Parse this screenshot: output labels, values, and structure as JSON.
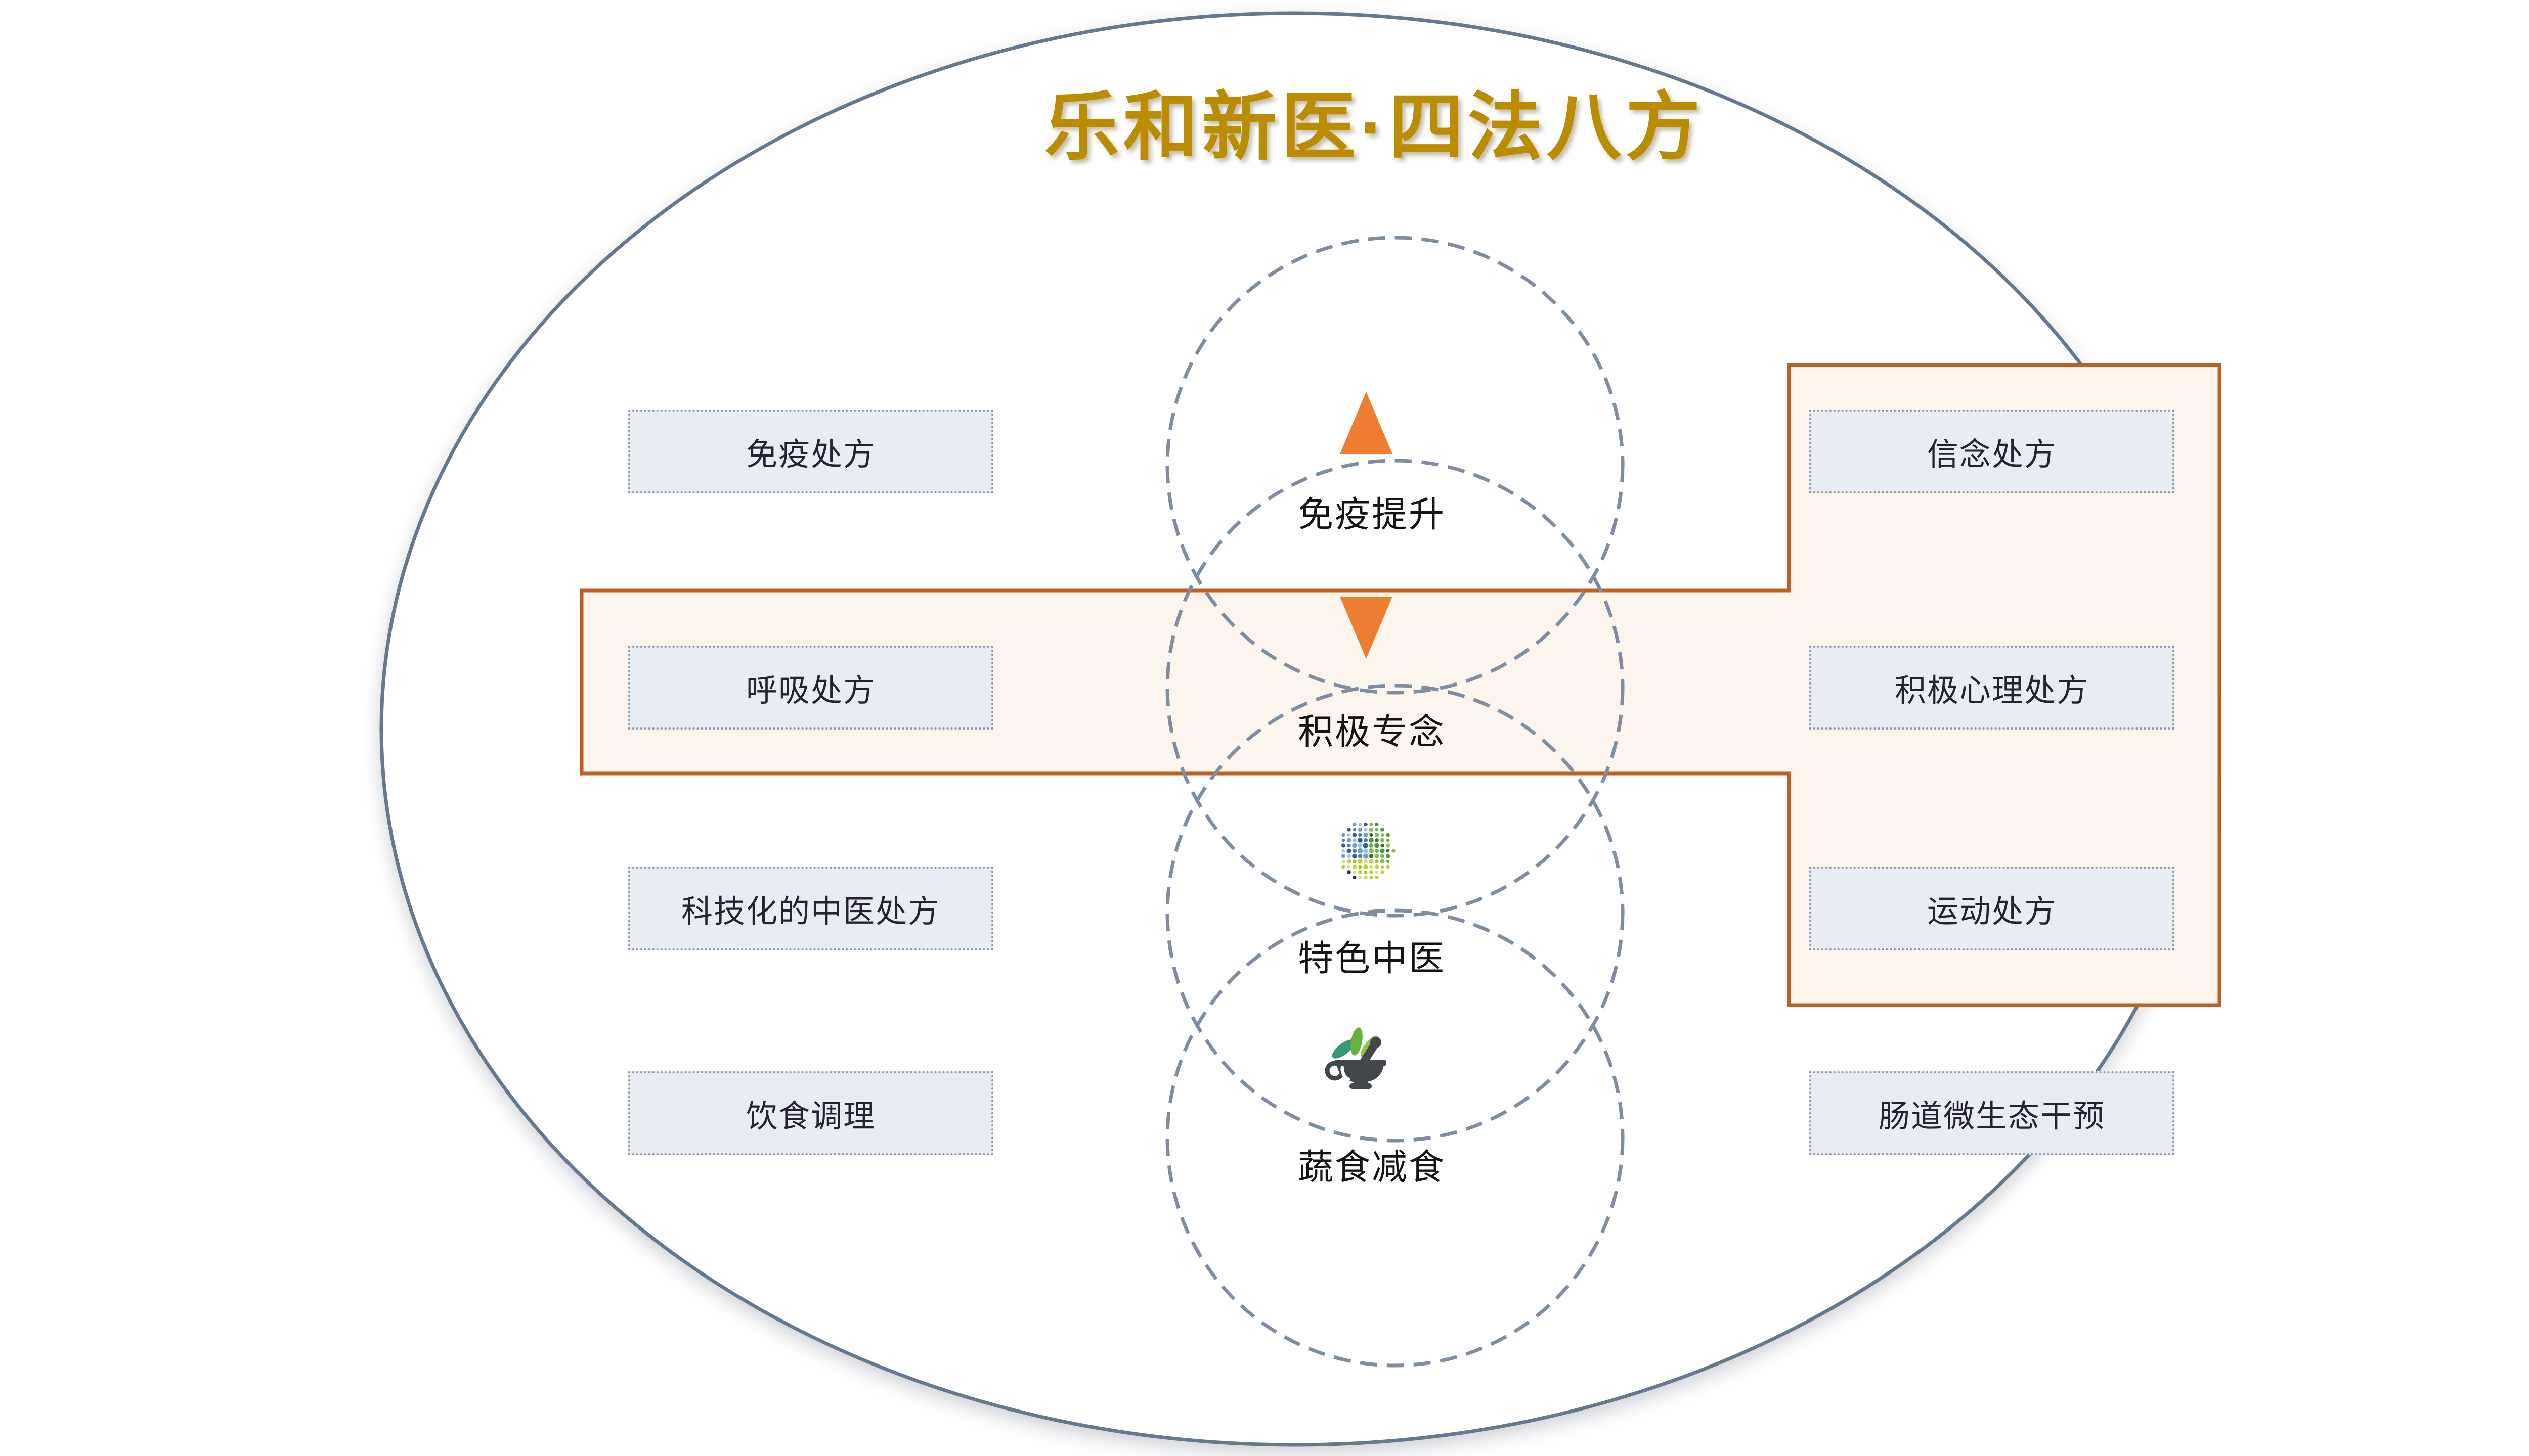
{
  "title": "乐和新医·四法八方",
  "flow": {
    "immunity": "免疫提升",
    "mindfulness": "积极专念",
    "tcm": "特色中医",
    "diet": "蔬食减食"
  },
  "left_boxes": [
    {
      "label": "免疫处方"
    },
    {
      "label": "呼吸处方"
    },
    {
      "label": "科技化的中医处方"
    },
    {
      "label": "饮食调理"
    }
  ],
  "right_boxes": [
    {
      "label": "信念处方"
    },
    {
      "label": "积极心理处方"
    },
    {
      "label": "运动处方"
    },
    {
      "label": "肠道微生态干预"
    }
  ],
  "icons": {
    "up_arrow": "up-triangle-icon",
    "down_arrow": "down-triangle-icon",
    "dot_globe": "dot-globe-icon",
    "mortar": "mortar-pestle-icon"
  },
  "colors": {
    "gold": "#BB8C00",
    "orange": "#ED7D31",
    "orange_border": "#C06020",
    "cream": "#FBF5EE",
    "box_fill": "#E8ECF3",
    "box_border": "#8A94A4",
    "dash_circle": "#7E8DA0",
    "ellipse_stroke": "#64788F",
    "mortar_gray": "#43464A"
  }
}
